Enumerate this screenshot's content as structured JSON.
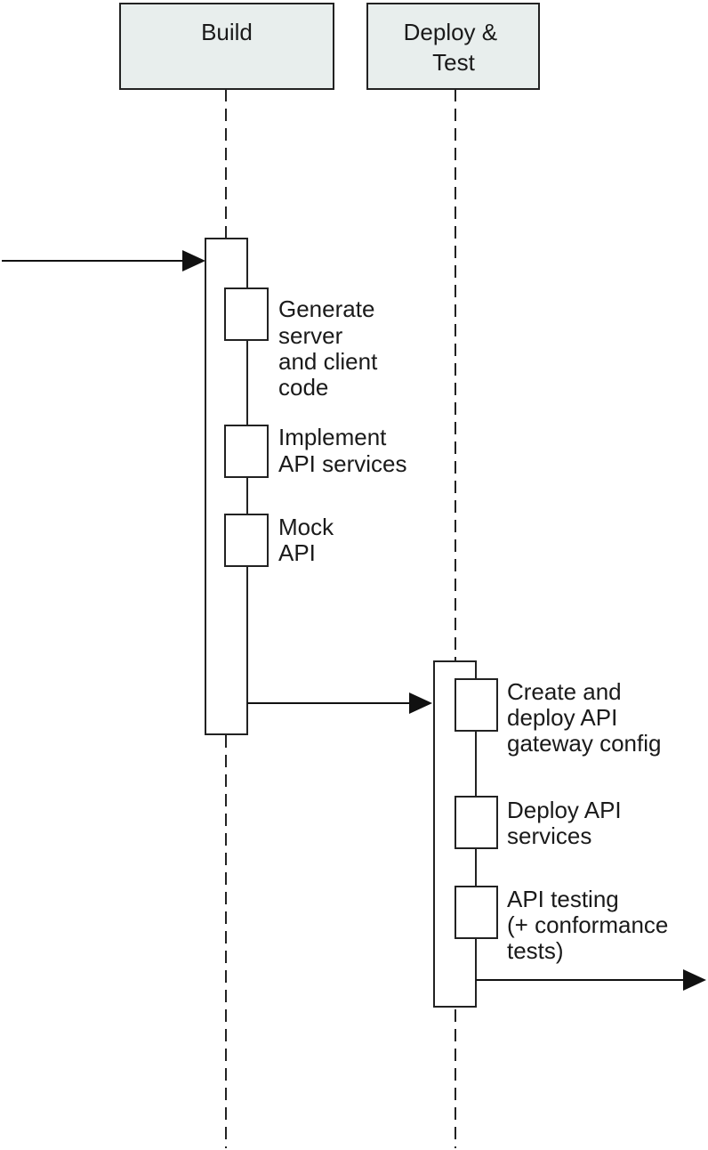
{
  "lanes": [
    {
      "id": "build",
      "title_lines": [
        "Build"
      ]
    },
    {
      "id": "deploy",
      "title_lines": [
        "Deploy &",
        "Test"
      ]
    }
  ],
  "steps": {
    "build": [
      {
        "lines": [
          "Generate",
          "server",
          "and client",
          "code"
        ]
      },
      {
        "lines": [
          "Implement",
          "API services"
        ]
      },
      {
        "lines": [
          "Mock",
          "API"
        ]
      }
    ],
    "deploy": [
      {
        "lines": [
          "Create and",
          "deploy API",
          "gateway config"
        ]
      },
      {
        "lines": [
          "Deploy API",
          "services"
        ]
      },
      {
        "lines": [
          "API testing",
          "(+ conformance",
          "tests)"
        ]
      }
    ]
  },
  "colors": {
    "header_fill": "#e8eeed",
    "stroke": "#222222"
  }
}
